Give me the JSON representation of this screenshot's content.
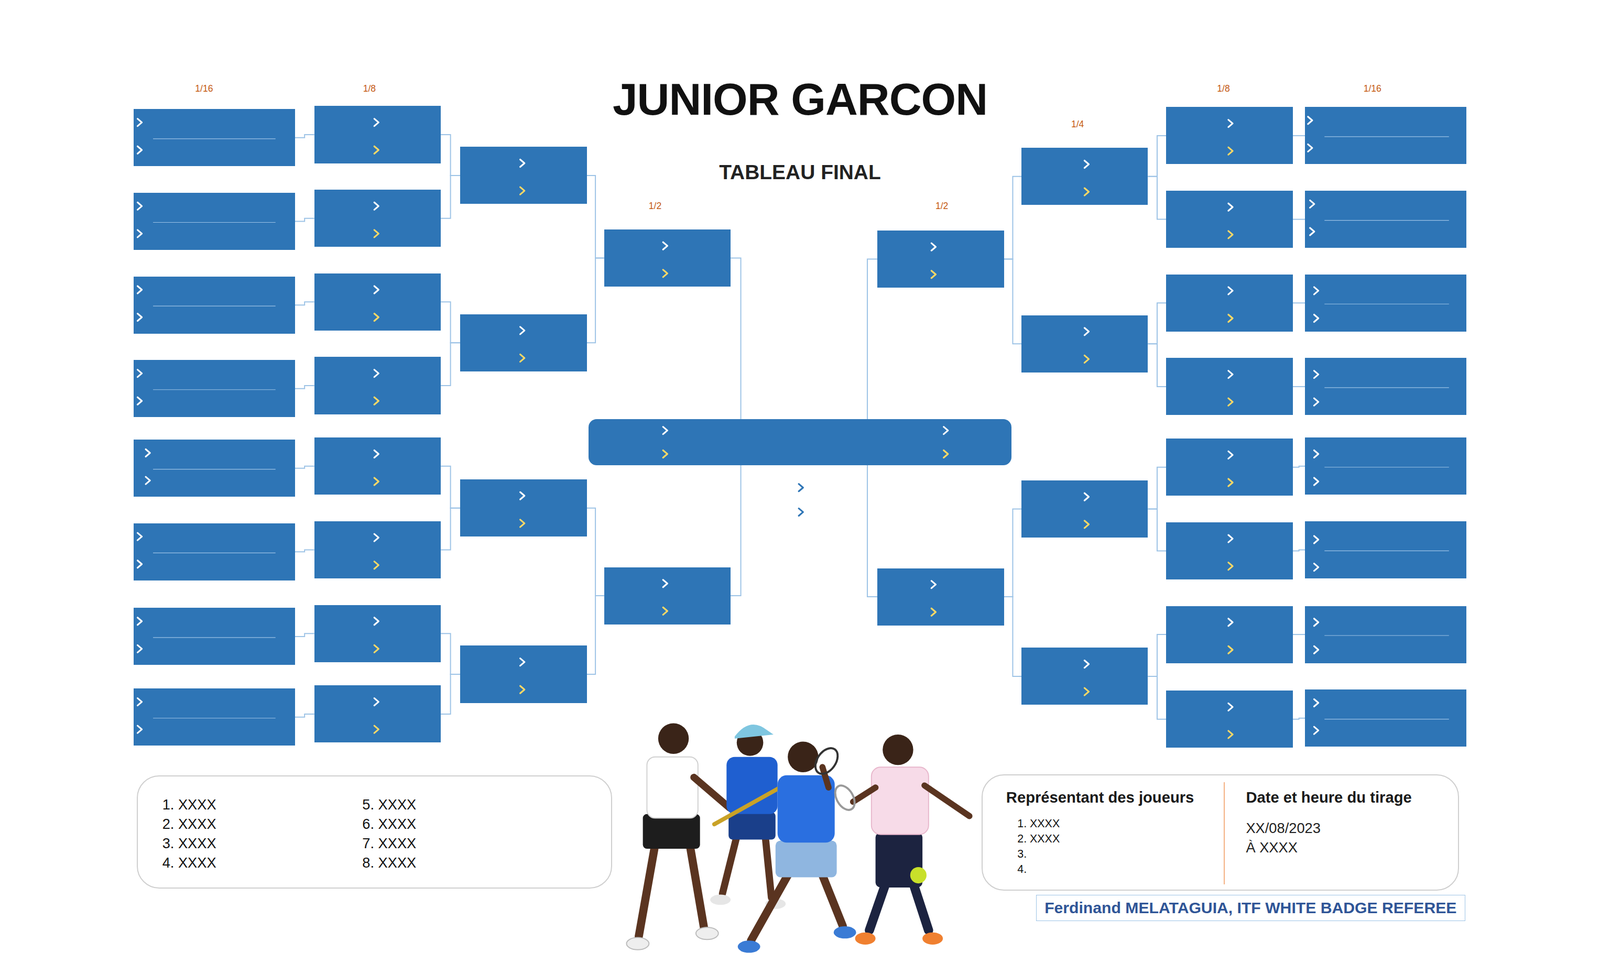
{
  "diagram": {
    "title": "JUNIOR GARCON",
    "nodes": [
      {
        "text": []
      },
      {
        "text": []
      },
      {
        "text": []
      },
      {
        "text": []
      },
      {
        "text": []
      },
      {
        "text": []
      },
      {
        "text": []
      },
      {
        "text": []
      },
      {
        "text": []
      },
      {
        "text": []
      },
      {
        "text": []
      },
      {
        "text": []
      },
      {
        "text": []
      },
      {
        "text": []
      },
      {
        "text": []
      },
      {
        "text": []
      },
      {
        "text": []
      },
      {
        "text": []
      },
      {
        "text": []
      },
      {
        "text": []
      },
      {
        "text": []
      },
      {
        "text": []
      },
      {
        "text": []
      },
      {
        "text": []
      },
      {
        "text": []
      },
      {
        "text": []
      },
      {
        "text": []
      },
      {
        "text": []
      },
      {
        "text": []
      },
      {
        "text": []
      },
      {
        "text": []
      },
      {
        "text": []
      },
      {
        "text": []
      },
      {
        "text": []
      },
      {
        "text": []
      },
      {
        "text": []
      },
      {
        "text": []
      },
      {
        "text": []
      },
      {
        "text": []
      },
      {
        "text": []
      },
      {
        "text": []
      },
      {
        "text": []
      },
      {
        "text": []
      },
      {
        "text": []
      },
      {
        "text": []
      },
      {
        "text": [
          "1. XXXX",
          "2. XXXX",
          "3. XXXX",
          "4. XXXX",
          "5. XXXX",
          "6. XXXX",
          "7. XXXX",
          "8. XXXX"
        ]
      },
      {
        "text": []
      },
      {
        "text": [
          "Représentant des joueurs",
          "1. XXXX",
          "2. XXXX",
          "3.",
          "4."
        ],
        "in": 46
      },
      {
        "text": [
          "Date et heure du tirage",
          "XX/08/2023",
          "À XXXX"
        ],
        "in": 46
      },
      {
        "text": [
          "Ferdinand MELATAGUIA, ITF WHITE BADGE REFEREE"
        ]
      }
    ],
    "edges": [
      {
        "from": 0,
        "to": 8,
        "arrow": "none"
      },
      {
        "from": 1,
        "to": 9,
        "arrow": "none"
      },
      {
        "from": 2,
        "to": 10,
        "arrow": "none"
      },
      {
        "from": 3,
        "to": 11,
        "arrow": "none"
      },
      {
        "from": 4,
        "to": 12,
        "arrow": "none"
      },
      {
        "from": 5,
        "to": 13,
        "arrow": "none"
      },
      {
        "from": 6,
        "to": 14,
        "arrow": "none"
      },
      {
        "from": 7,
        "to": 15,
        "arrow": "none"
      },
      {
        "from": 8,
        "to": 16,
        "arrow": "none"
      },
      {
        "from": 9,
        "to": 16,
        "arrow": "none"
      },
      {
        "from": 10,
        "to": 17,
        "arrow": "none"
      },
      {
        "from": 11,
        "to": 17,
        "arrow": "none"
      },
      {
        "from": 12,
        "to": 18,
        "arrow": "none"
      },
      {
        "from": 13,
        "to": 18,
        "arrow": "none"
      },
      {
        "from": 14,
        "to": 19,
        "arrow": "none"
      },
      {
        "from": 15,
        "to": 19,
        "arrow": "none"
      },
      {
        "from": 16,
        "to": 20,
        "arrow": "none"
      },
      {
        "from": 17,
        "to": 20,
        "arrow": "none"
      },
      {
        "from": 18,
        "to": 21,
        "arrow": "none"
      },
      {
        "from": 19,
        "to": 21,
        "arrow": "none"
      },
      {
        "from": 20,
        "to": 22,
        "arrow": "none"
      },
      {
        "from": 21,
        "to": 22,
        "arrow": "none"
      },
      {
        "from": 37,
        "to": 29,
        "arrow": "none"
      },
      {
        "from": 38,
        "to": 30,
        "arrow": "none"
      },
      {
        "from": 39,
        "to": 31,
        "arrow": "none"
      },
      {
        "from": 40,
        "to": 32,
        "arrow": "none"
      },
      {
        "from": 41,
        "to": 33,
        "arrow": "none"
      },
      {
        "from": 42,
        "to": 34,
        "arrow": "none"
      },
      {
        "from": 43,
        "to": 35,
        "arrow": "none"
      },
      {
        "from": 44,
        "to": 36,
        "arrow": "none"
      },
      {
        "from": 29,
        "to": 25,
        "arrow": "none"
      },
      {
        "from": 30,
        "to": 25,
        "arrow": "none"
      },
      {
        "from": 31,
        "to": 26,
        "arrow": "none"
      },
      {
        "from": 32,
        "to": 26,
        "arrow": "none"
      },
      {
        "from": 33,
        "to": 27,
        "arrow": "none"
      },
      {
        "from": 34,
        "to": 27,
        "arrow": "none"
      },
      {
        "from": 35,
        "to": 28,
        "arrow": "none"
      },
      {
        "from": 36,
        "to": 28,
        "arrow": "none"
      },
      {
        "from": 25,
        "to": 23,
        "arrow": "none"
      },
      {
        "from": 26,
        "to": 23,
        "arrow": "none"
      },
      {
        "from": 27,
        "to": 24,
        "arrow": "none"
      },
      {
        "from": 28,
        "to": 24,
        "arrow": "none"
      },
      {
        "from": 23,
        "to": 22,
        "arrow": "none"
      },
      {
        "from": 24,
        "to": 22,
        "arrow": "none"
      }
    ],
    "labels": [
      "TABLEAU FINAL",
      "1/16",
      "1/8",
      "1/4",
      "1/2",
      "1/2",
      "1/8",
      "1/16"
    ]
  }
}
